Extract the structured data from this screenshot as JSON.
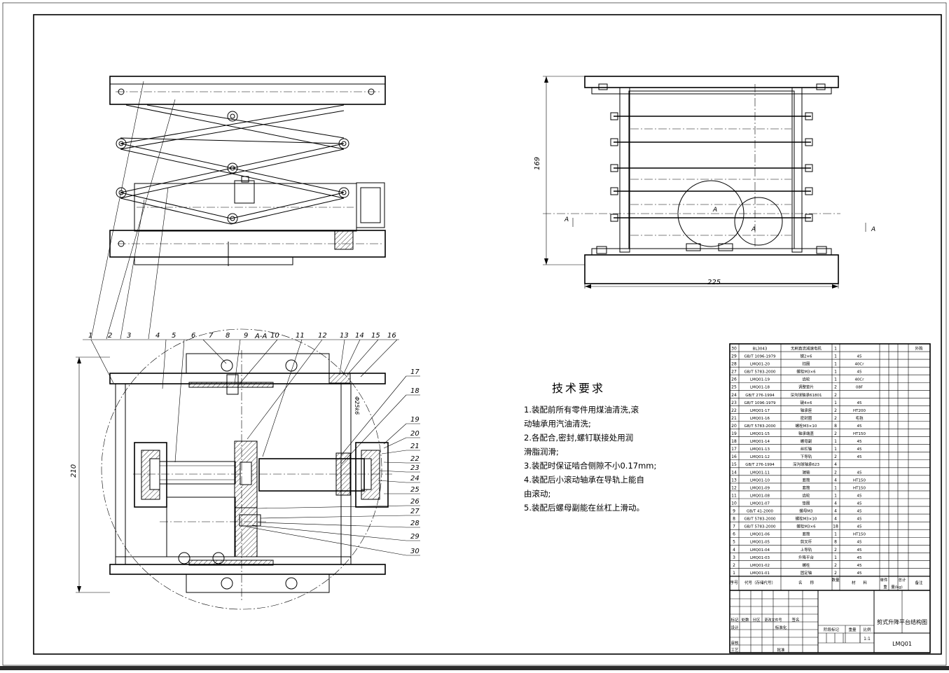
{
  "drawing": {
    "title": "剪式升降平台结构图",
    "drawing_no": "LMQ01",
    "scale": "1:1"
  },
  "dimensions": {
    "side_height": "169",
    "side_width": "225",
    "front_height": "210",
    "fit_1": "Φ25k6"
  },
  "section": {
    "marker": "A",
    "label": "A-A"
  },
  "balloons": [
    "1",
    "2",
    "3",
    "4",
    "5",
    "6",
    "7",
    "8",
    "9",
    "10",
    "11",
    "12",
    "13",
    "14",
    "15",
    "16",
    "17",
    "18",
    "19",
    "20",
    "21",
    "22",
    "23",
    "24",
    "25",
    "26",
    "27",
    "28",
    "29",
    "30"
  ],
  "notes": {
    "title": "技术要求",
    "lines": [
      "1.装配前所有零件用煤油清洗,滚",
      "  动轴承用汽油清洗;",
      "2.各配合,密封,螺钉联接处用润",
      "  滑脂润滑;",
      "3.装配时保证啮合侧隙不小0.17mm;",
      "4.装配后小滚动轴承在导轨上能自",
      "  由滚动;",
      "5.装配后螺母副能在丝杠上滑动。"
    ]
  },
  "bom": {
    "rows": [
      {
        "no": "30",
        "code": "BL3043",
        "name": "无刷直流减速电机",
        "qty": "1",
        "mat": "",
        "note": "外购"
      },
      {
        "no": "29",
        "code": "GB/T 1096-1979",
        "name": "键2×6",
        "qty": "1",
        "mat": "45",
        "note": ""
      },
      {
        "no": "28",
        "code": "LMQ01-20",
        "name": "挡圈",
        "qty": "1",
        "mat": "40Cr",
        "note": ""
      },
      {
        "no": "27",
        "code": "GB/T 5783-2000",
        "name": "螺栓M3×6",
        "qty": "1",
        "mat": "45",
        "note": ""
      },
      {
        "no": "26",
        "code": "LMQ01-19",
        "name": "齿轮",
        "qty": "1",
        "mat": "40Cr",
        "note": ""
      },
      {
        "no": "25",
        "code": "LMQ01-18",
        "name": "调整垫片",
        "qty": "2",
        "mat": "08F",
        "note": ""
      },
      {
        "no": "24",
        "code": "GB/T 276-1994",
        "name": "深沟球轴承61801",
        "qty": "2",
        "mat": "",
        "note": ""
      },
      {
        "no": "23",
        "code": "GB/T 1096-1979",
        "name": "键4×6",
        "qty": "1",
        "mat": "45",
        "note": ""
      },
      {
        "no": "22",
        "code": "LMQ01-17",
        "name": "轴承座",
        "qty": "2",
        "mat": "HT200",
        "note": ""
      },
      {
        "no": "21",
        "code": "LMQ01-16",
        "name": "密封圈",
        "qty": "2",
        "mat": "毛毡",
        "note": ""
      },
      {
        "no": "20",
        "code": "GB/T 5783-2000",
        "name": "螺栓M3×10",
        "qty": "8",
        "mat": "45",
        "note": ""
      },
      {
        "no": "19",
        "code": "LMQ01-15",
        "name": "轴承端盖",
        "qty": "2",
        "mat": "HT150",
        "note": ""
      },
      {
        "no": "18",
        "code": "LMQ01-14",
        "name": "螺母副",
        "qty": "1",
        "mat": "45",
        "note": ""
      },
      {
        "no": "17",
        "code": "LMQ01-13",
        "name": "丝杠轴",
        "qty": "1",
        "mat": "45",
        "note": ""
      },
      {
        "no": "16",
        "code": "LMQ01-12",
        "name": "下导轨",
        "qty": "2",
        "mat": "45",
        "note": ""
      },
      {
        "no": "15",
        "code": "GB/T 276-1994",
        "name": "深沟球轴承623",
        "qty": "4",
        "mat": "",
        "note": ""
      },
      {
        "no": "14",
        "code": "LMQ01-11",
        "name": "端轴",
        "qty": "2",
        "mat": "45",
        "note": ""
      },
      {
        "no": "13",
        "code": "LMQ01-10",
        "name": "套筒",
        "qty": "4",
        "mat": "HT150",
        "note": ""
      },
      {
        "no": "12",
        "code": "LMQ01-09",
        "name": "套筒",
        "qty": "1",
        "mat": "HT150",
        "note": ""
      },
      {
        "no": "11",
        "code": "LMQ01-08",
        "name": "齿轮",
        "qty": "1",
        "mat": "45",
        "note": ""
      },
      {
        "no": "10",
        "code": "LMQ01-07",
        "name": "垫圈",
        "qty": "4",
        "mat": "45",
        "note": ""
      },
      {
        "no": "9",
        "code": "GB/T 41-2000",
        "name": "螺母M3",
        "qty": "4",
        "mat": "45",
        "note": ""
      },
      {
        "no": "8",
        "code": "GB/T 5783-2000",
        "name": "螺栓M3×10",
        "qty": "4",
        "mat": "45",
        "note": ""
      },
      {
        "no": "7",
        "code": "GB/T 5783-2000",
        "name": "螺栓M3×6",
        "qty": "18",
        "mat": "45",
        "note": ""
      },
      {
        "no": "6",
        "code": "LMQ01-06",
        "name": "套筒",
        "qty": "1",
        "mat": "HT150",
        "note": ""
      },
      {
        "no": "5",
        "code": "LMQ01-05",
        "name": "剪叉杆",
        "qty": "8",
        "mat": "45",
        "note": ""
      },
      {
        "no": "4",
        "code": "LMQ01-04",
        "name": "上导轨",
        "qty": "2",
        "mat": "45",
        "note": ""
      },
      {
        "no": "3",
        "code": "LMQ01-03",
        "name": "升降平台",
        "qty": "1",
        "mat": "45",
        "note": ""
      },
      {
        "no": "2",
        "code": "LMQ01-02",
        "name": "螺柱",
        "qty": "2",
        "mat": "45",
        "note": ""
      },
      {
        "no": "1",
        "code": "LMQ01-01",
        "name": "固定轴",
        "qty": "2",
        "mat": "45",
        "note": ""
      }
    ],
    "header": {
      "no": "序号",
      "code": "代号（存储代号）",
      "name": "名　　称",
      "qty": "数量",
      "mat": "材　　料",
      "single": "单件",
      "total": "总计",
      "weight": "重　量(kg)",
      "note": "备注"
    }
  },
  "title_block": {
    "mark": "标记",
    "count": "处数",
    "zone": "分区",
    "change_doc": "更改文件号",
    "sign": "签名",
    "design": "设计",
    "standard": "标准化",
    "review": "审核",
    "process": "工艺",
    "approve": "批准",
    "stage": "阶段标记",
    "weight": "重量",
    "scale_label": "比例"
  }
}
